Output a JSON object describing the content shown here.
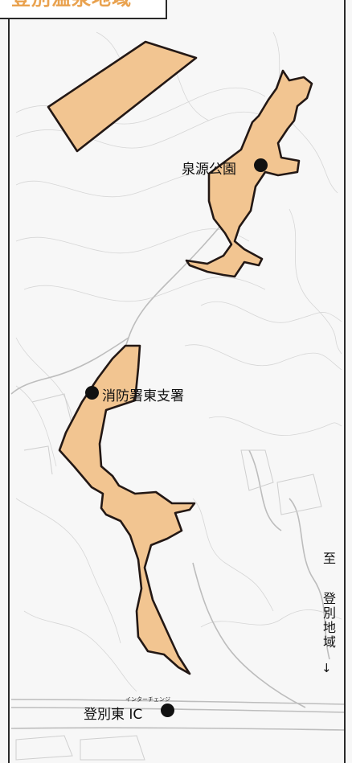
{
  "title": "登別温泉地域",
  "labels": {
    "park": "泉源公園",
    "fire_station": "消防署東支署",
    "interchange": "登別東 IC",
    "interchange_ruby": "インターチェンジ"
  },
  "direction": {
    "to": "至",
    "destination": "登別地域",
    "arrow": "↓"
  },
  "colors": {
    "zone_fill": "#f2c591",
    "zone_stroke": "#231815",
    "title_color": "#e9a24f",
    "frame": "#2a2a2a"
  }
}
